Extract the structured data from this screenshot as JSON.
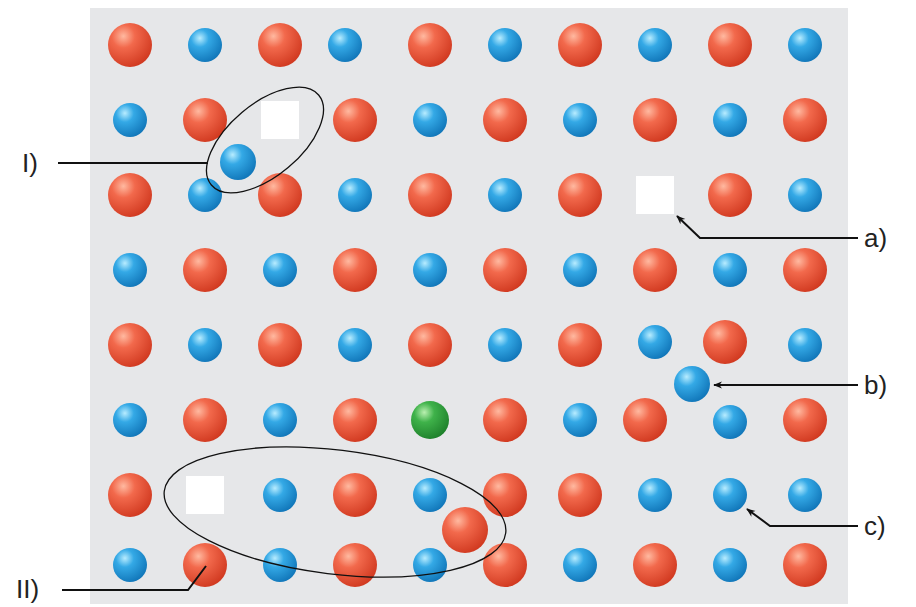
{
  "diagram": {
    "labels": [
      "I)",
      "a)",
      "b)",
      "II)",
      "c)"
    ]
  }
}
